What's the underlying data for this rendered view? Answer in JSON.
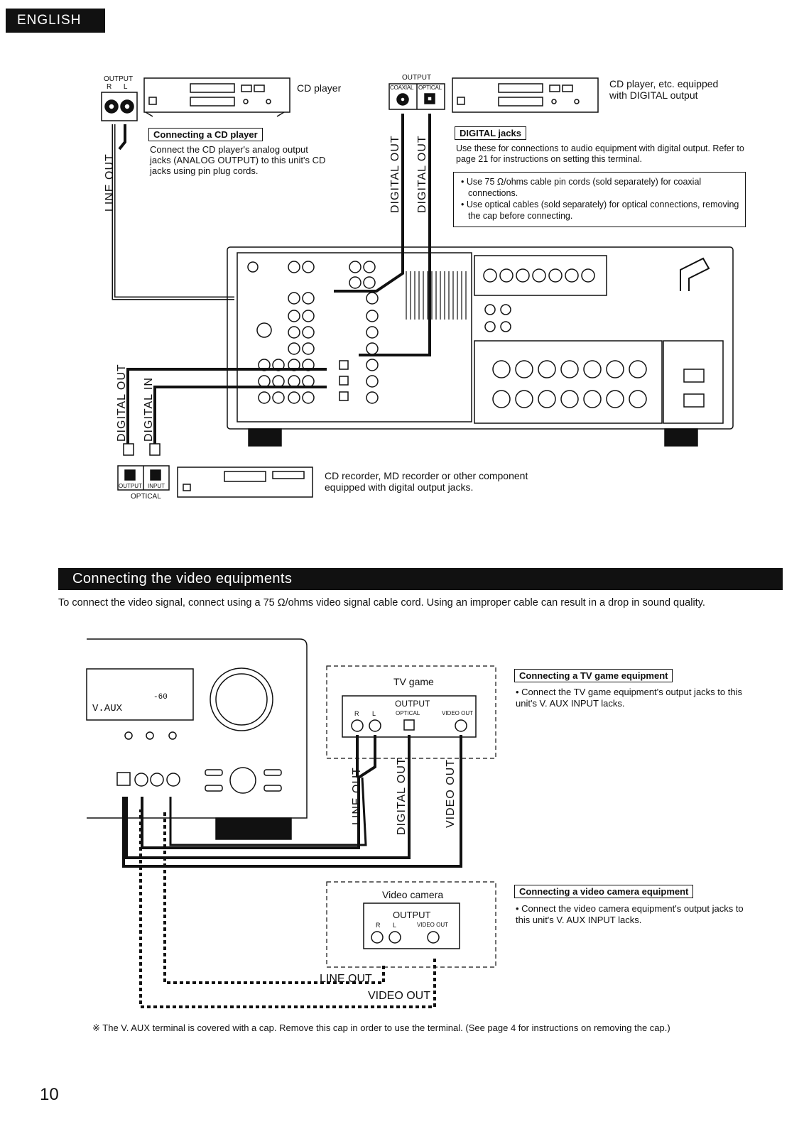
{
  "language_tab": "ENGLISH",
  "cd_section": {
    "output_label": "OUTPUT",
    "rl_label": "R      L",
    "cd_player_label": "CD player",
    "heading": "Connecting a CD player",
    "body": "Connect the CD player's analog output jacks (ANALOG OUTPUT) to this unit's CD jacks using pin plug cords.",
    "line_out": "LINE OUT"
  },
  "digital_section": {
    "output_label": "OUTPUT",
    "coaxial": "COAXIAL",
    "optical": "OPTICAL",
    "device_label": "CD player, etc. equipped with DIGITAL output",
    "heading": "DIGITAL jacks",
    "body": "Use these for connections to audio equipment with digital output. Refer to page 21 for instructions on setting this terminal.",
    "notes": [
      "• Use 75 Ω/ohms cable pin cords (sold separately) for coaxial connections.",
      "• Use optical cables (sold separately) for optical connections, removing the cap before connecting."
    ],
    "digital_out_1": "DIGITAL OUT",
    "digital_out_2": "DIGITAL OUT"
  },
  "recorder_section": {
    "digital_out": "DIGITAL OUT",
    "digital_in": "DIGITAL IN",
    "output": "OUTPUT",
    "input": "INPUT",
    "optical": "OPTICAL",
    "device_label": "CD recorder, MD recorder or other component equipped with digital output jacks."
  },
  "video_section": {
    "title": "Connecting the video equipments",
    "intro": "To connect the video signal, connect using a 75 Ω/ohms video signal cable cord. Using an improper cable can result in a drop in sound quality.",
    "display_text": "V.AUX",
    "display_level": "-60",
    "tv_game": {
      "label": "TV game",
      "output": "OUTPUT",
      "r": "R",
      "l": "L",
      "optical": "OPTICAL",
      "video_out": "VIDEO OUT",
      "heading": "Connecting a TV game equipment",
      "body": "• Connect the TV game equipment's output jacks to this unit's V. AUX INPUT lacks."
    },
    "camera": {
      "label": "Video camera",
      "output": "OUTPUT",
      "r": "R",
      "l": "L",
      "video_out": "VIDEO OUT",
      "heading": "Connecting a video camera equipment",
      "body": "• Connect the video camera equipment's output jacks to this unit's V. AUX INPUT lacks."
    },
    "line_out": "LINE OUT",
    "digital_out": "DIGITAL OUT",
    "video_out": "VIDEO OUT",
    "cam_line_out": "LINE OUT",
    "cam_video_out": "VIDEO OUT",
    "footnote": "※ The V. AUX terminal is covered with a cap.  Remove this cap in order to use the terminal.  (See page 4 for instructions on removing the cap.)"
  },
  "page_number": "10"
}
